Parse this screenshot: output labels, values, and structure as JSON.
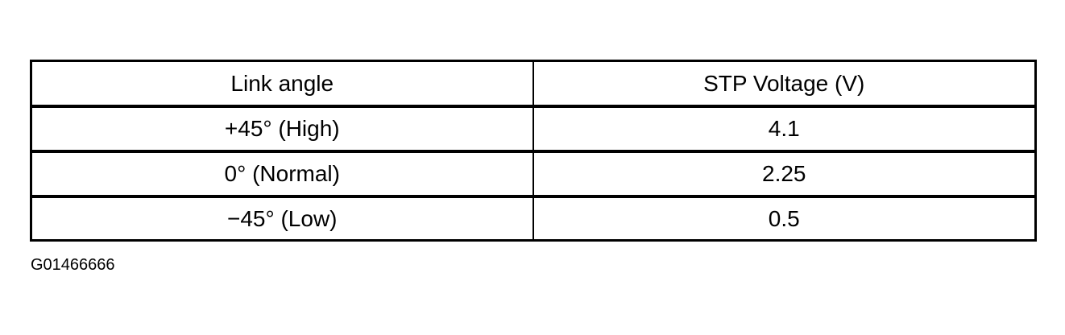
{
  "table": {
    "headers": [
      "Link angle",
      "STP Voltage (V)"
    ],
    "rows": [
      {
        "link_angle": "+45°  (High)",
        "stp_voltage": "4.1"
      },
      {
        "link_angle": "0°  (Normal)",
        "stp_voltage": "2.25"
      },
      {
        "link_angle": "−45°  (Low)",
        "stp_voltage": "0.5"
      }
    ]
  },
  "figure_id": "G01466666"
}
